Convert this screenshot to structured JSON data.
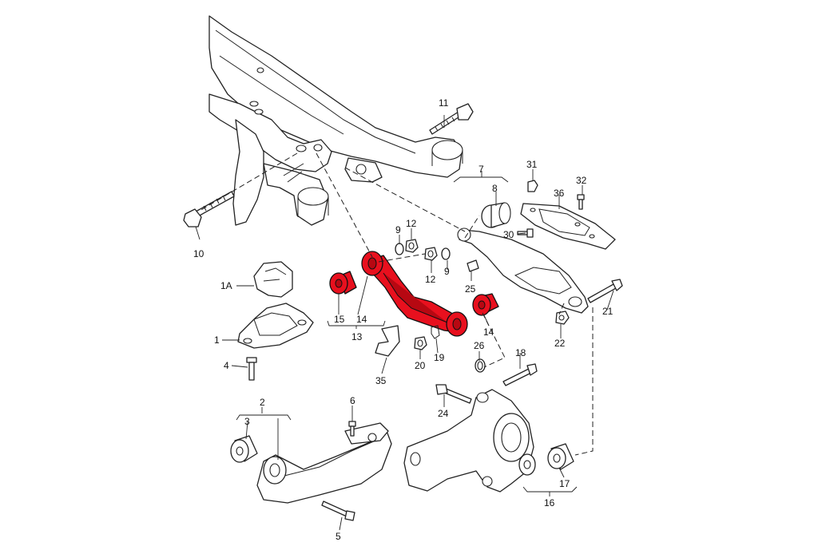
{
  "labels": {
    "l1": "1",
    "l1A": "1A",
    "l2": "2",
    "l3": "3",
    "l4": "4",
    "l5": "5",
    "l6": "6",
    "l7": "7",
    "l8": "8",
    "l9a": "9",
    "l9b": "9",
    "l10": "10",
    "l11": "11",
    "l12a": "12",
    "l12b": "12",
    "l13": "13",
    "l14a": "14",
    "l14b": "14",
    "l15": "15",
    "l16": "16",
    "l17": "17",
    "l18": "18",
    "l19": "19",
    "l20": "20",
    "l21": "21",
    "l22": "22",
    "l24": "24",
    "l25": "25",
    "l26": "26",
    "l30": "30",
    "l31": "31",
    "l32": "32",
    "l35": "35",
    "l36": "36"
  },
  "colors": {
    "highlight": "#e8101e",
    "line": "#222222",
    "background": "#ffffff"
  }
}
